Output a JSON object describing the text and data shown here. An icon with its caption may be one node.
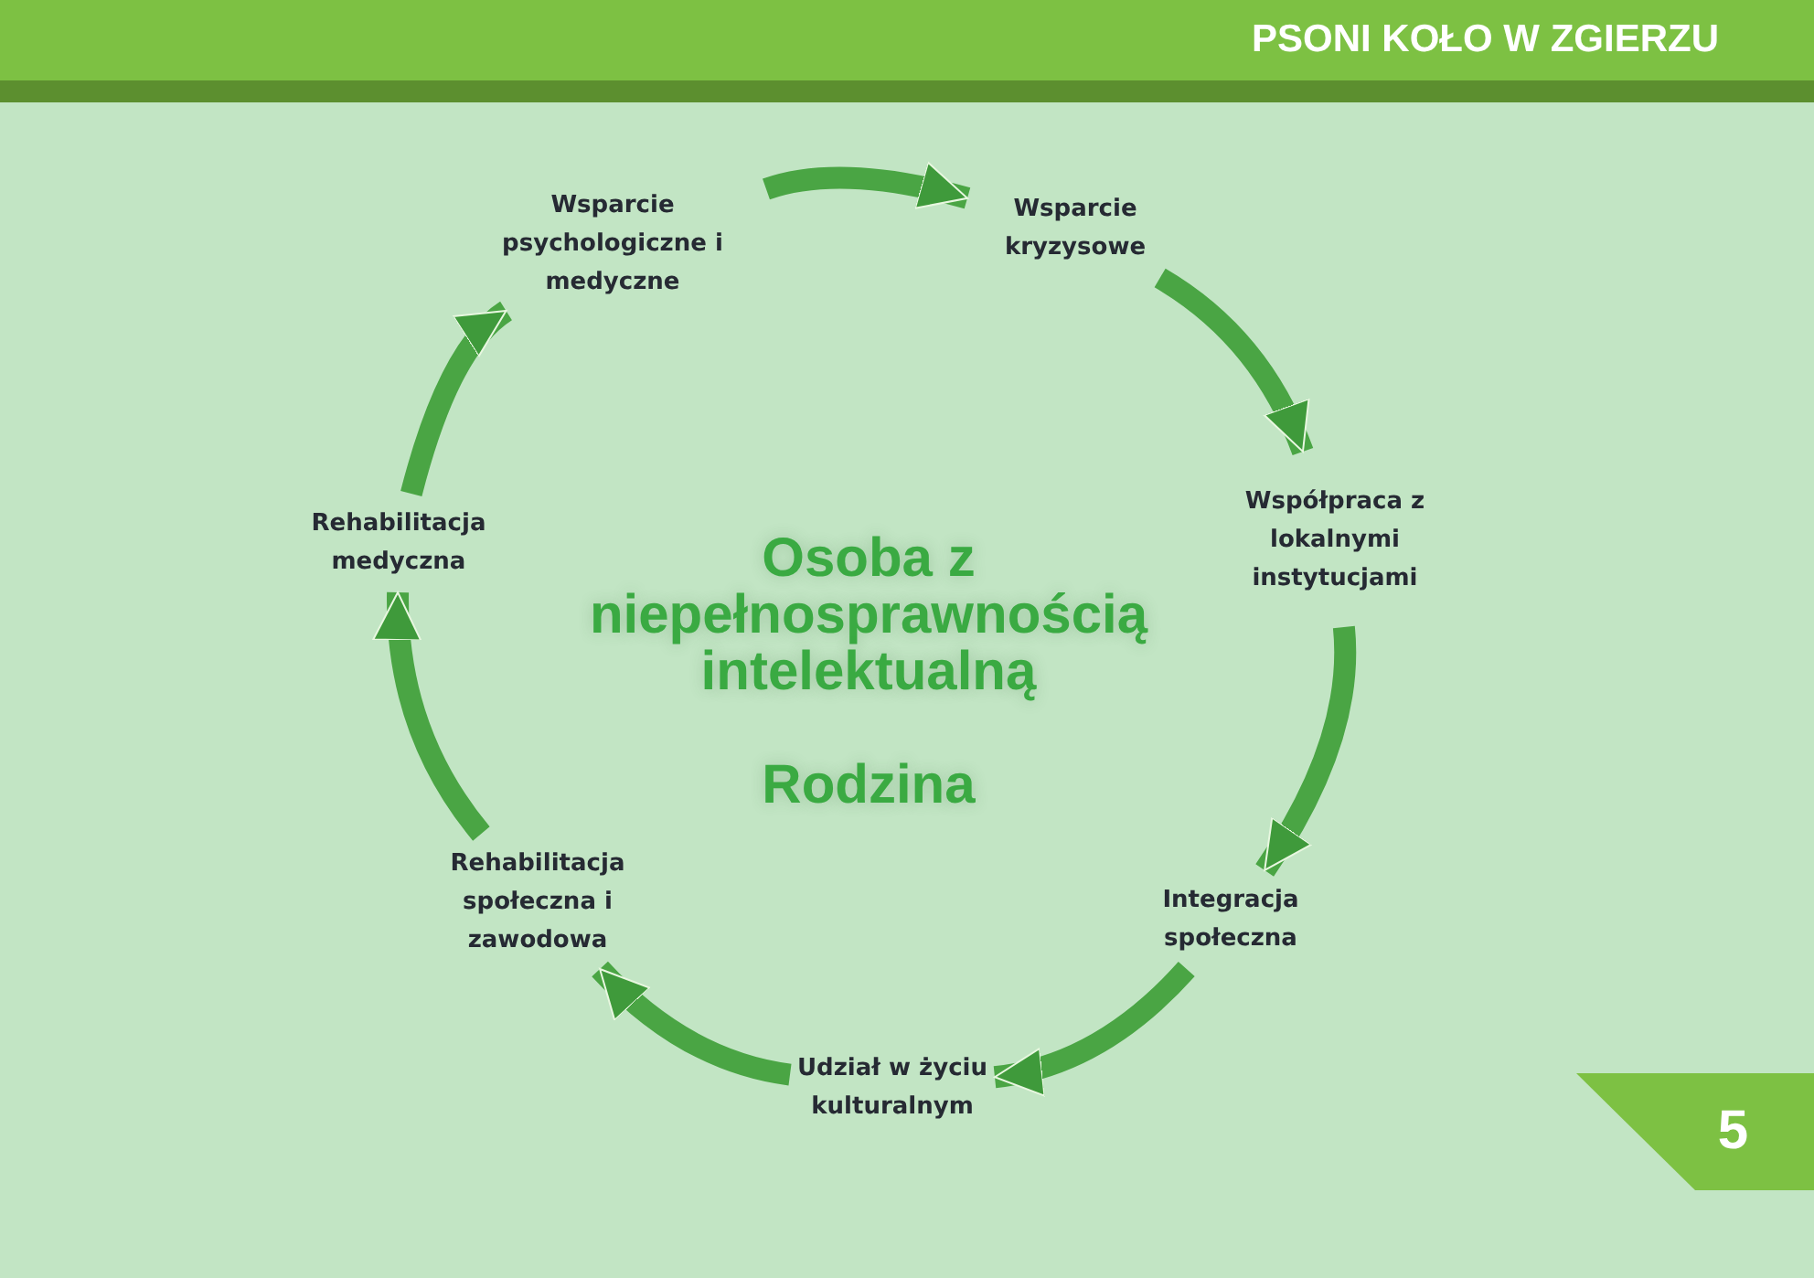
{
  "diagram": {
    "title": "PSONI KOŁO W ZGIERZU",
    "nodes": [
      {
        "text": [
          "Wsparcie psychologiczne i medyczne"
        ]
      },
      {
        "text": [
          "Wsparcie kryzysowe"
        ]
      },
      {
        "text": [
          "Współpraca z lokalnymi instytucjami"
        ]
      },
      {
        "text": [
          "Integracja społeczna"
        ]
      },
      {
        "text": [
          "Udział w życiu kulturalnym"
        ]
      },
      {
        "text": [
          "Rehabilitacja społeczna i zawodowa"
        ]
      },
      {
        "text": [
          "Rehabilitacja medyczna"
        ]
      }
    ],
    "edges": [
      {
        "from": 0,
        "to": 1,
        "arrow": "to"
      },
      {
        "from": 1,
        "to": 2,
        "arrow": "to"
      },
      {
        "from": 2,
        "to": 3,
        "arrow": "to"
      },
      {
        "from": 3,
        "to": 4,
        "arrow": "to"
      },
      {
        "from": 4,
        "to": 5,
        "arrow": "to"
      },
      {
        "from": 5,
        "to": 6,
        "arrow": "to"
      },
      {
        "from": 6,
        "to": 0,
        "arrow": "to"
      }
    ],
    "labels": [
      "Osoba z niepełnosprawnością intelektualną",
      "Rodzina",
      "5"
    ]
  }
}
